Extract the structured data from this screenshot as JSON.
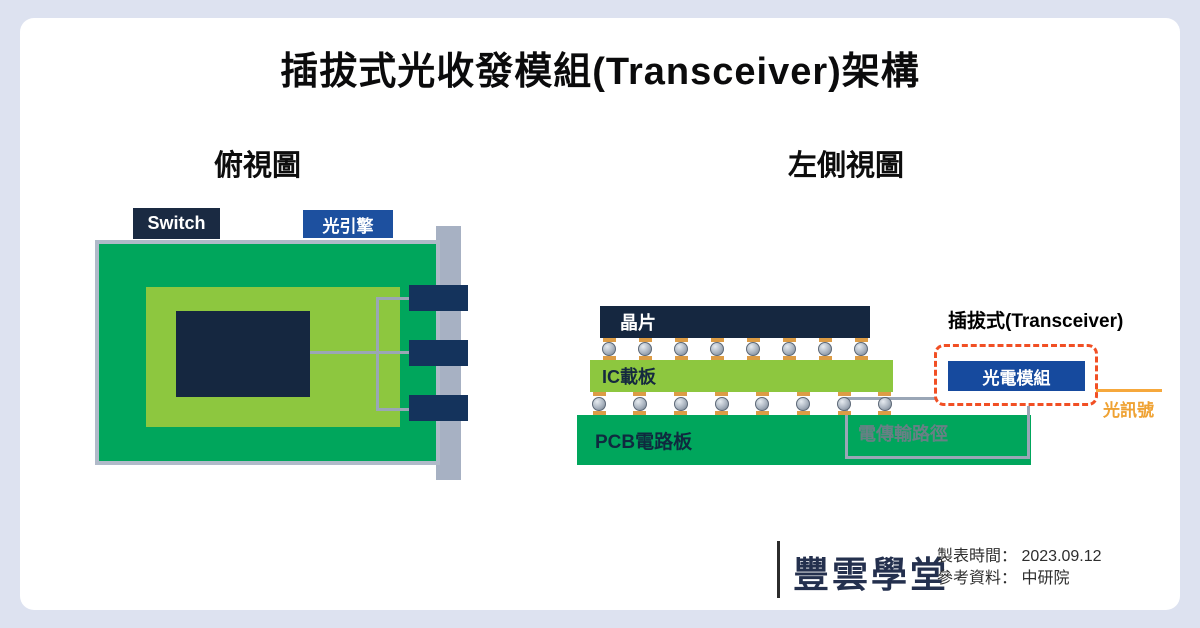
{
  "page": {
    "title": "插拔式光收發模組(Transceiver)架構"
  },
  "top_view": {
    "heading": "俯視圖",
    "switch_label": "Switch",
    "optical_engine_label": "光引擎"
  },
  "side_view": {
    "heading": "左側視圖",
    "chip_label": "晶片",
    "ic_substrate_label": "IC載板",
    "pcb_label": "PCB電路板",
    "transceiver_caption": "插拔式(Transceiver)",
    "optical_module_label": "光電模組",
    "optical_signal_label": "光訊號",
    "electrical_path_label": "電傳輸路徑"
  },
  "footer": {
    "logo_text": "豐雲學堂",
    "created_label": "製表時間：",
    "created_value": "2023.09.12",
    "source_label": "參考資料：",
    "source_value": "中研院"
  },
  "colors": {
    "background": "#dde2f0",
    "card": "#ffffff",
    "board_green": "#00a65c",
    "substrate_green": "#8dc73f",
    "navy": "#152740",
    "label_blue": "#1d509f",
    "module_blue": "#164a9e",
    "connector_gray": "#a7b1c3",
    "trace_gray": "#9aa6b6",
    "dashed_border": "#f14f24",
    "signal_orange": "#f6a83c"
  }
}
